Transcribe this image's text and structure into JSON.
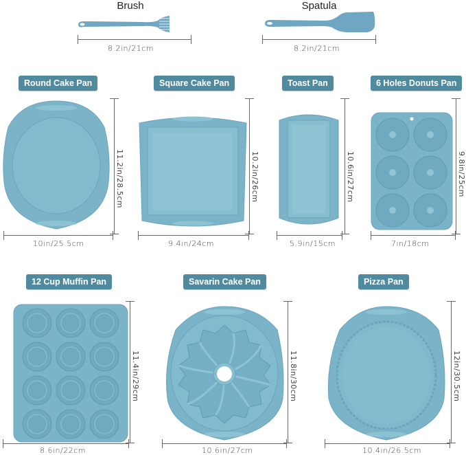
{
  "colors": {
    "silicone": "#7bb4c9",
    "silicone_dark": "#5f9cb3",
    "silicone_light": "#93c4d5",
    "badge": "#4f8a9e",
    "badge_text": "#ffffff",
    "dim_line": "#666666"
  },
  "tools": [
    {
      "name": "Brush",
      "size": "8.2in/21cm"
    },
    {
      "name": "Spatula",
      "size": "8.2in/21cm"
    }
  ],
  "pans": [
    {
      "label": "Round Cake Pan",
      "width": "10in/25.5cm",
      "height": "11.2in/28.5cm"
    },
    {
      "label": "Square Cake Pan",
      "width": "9.4in/24cm",
      "height": "10.2in/26cm"
    },
    {
      "label": "Toast Pan",
      "width": "5.9in/15cm",
      "height": "10.6in/27cm"
    },
    {
      "label": "6 Holes Donuts Pan",
      "width": "7in/18cm",
      "height": "9.8in/25cm"
    },
    {
      "label": "12 Cup Muffin Pan",
      "width": "8.6in/22cm",
      "height": "11.4in/29cm"
    },
    {
      "label": "Savarin Cake Pan",
      "width": "10.6in/27cm",
      "height": "11.8in/30cm"
    },
    {
      "label": "Pizza Pan",
      "width": "10.4in/26.5cm",
      "height": "12in/30.5cm"
    }
  ]
}
